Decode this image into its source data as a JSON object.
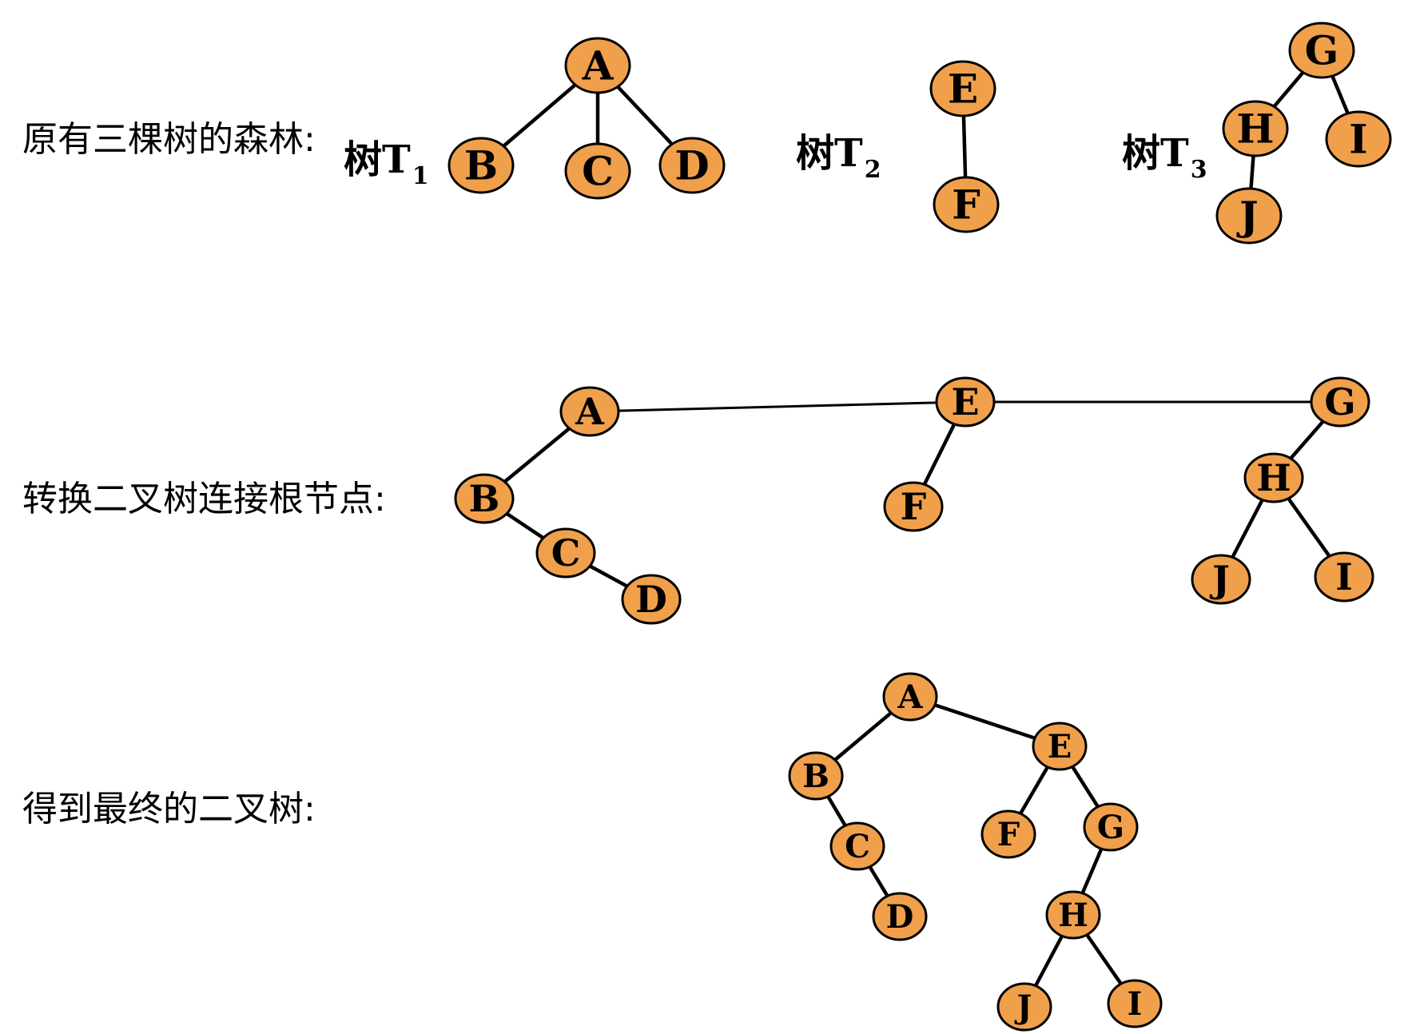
{
  "row_labels": {
    "forest": "原有三棵树的森林:",
    "connect": "转换二叉树连接根节点:",
    "result": "得到最终的二叉树:"
  },
  "tree_labels": [
    {
      "prefix": "树T",
      "sub": "1"
    },
    {
      "prefix": "树T",
      "sub": "2"
    },
    {
      "prefix": "树T",
      "sub": "3"
    }
  ],
  "colors": {
    "node_fill": "#F0A04B",
    "node_stroke": "#000000",
    "edge": "#000000"
  },
  "nodes": [
    "A",
    "B",
    "C",
    "D",
    "E",
    "F",
    "G",
    "H",
    "I",
    "J"
  ],
  "stages": [
    {
      "name": "forest",
      "edges": [
        [
          "A",
          "B"
        ],
        [
          "A",
          "C"
        ],
        [
          "A",
          "D"
        ],
        [
          "E",
          "F"
        ],
        [
          "G",
          "H"
        ],
        [
          "G",
          "I"
        ],
        [
          "H",
          "J"
        ]
      ]
    },
    {
      "name": "connect",
      "edges": [
        [
          "A",
          "E"
        ],
        [
          "E",
          "G"
        ],
        [
          "A",
          "B"
        ],
        [
          "B",
          "C"
        ],
        [
          "C",
          "D"
        ],
        [
          "E",
          "F"
        ],
        [
          "G",
          "H"
        ],
        [
          "H",
          "J"
        ],
        [
          "H",
          "I"
        ]
      ]
    },
    {
      "name": "result",
      "edges": [
        [
          "A",
          "B"
        ],
        [
          "A",
          "E"
        ],
        [
          "B",
          "C"
        ],
        [
          "C",
          "D"
        ],
        [
          "E",
          "F"
        ],
        [
          "E",
          "G"
        ],
        [
          "G",
          "H"
        ],
        [
          "H",
          "J"
        ],
        [
          "H",
          "I"
        ]
      ]
    }
  ]
}
